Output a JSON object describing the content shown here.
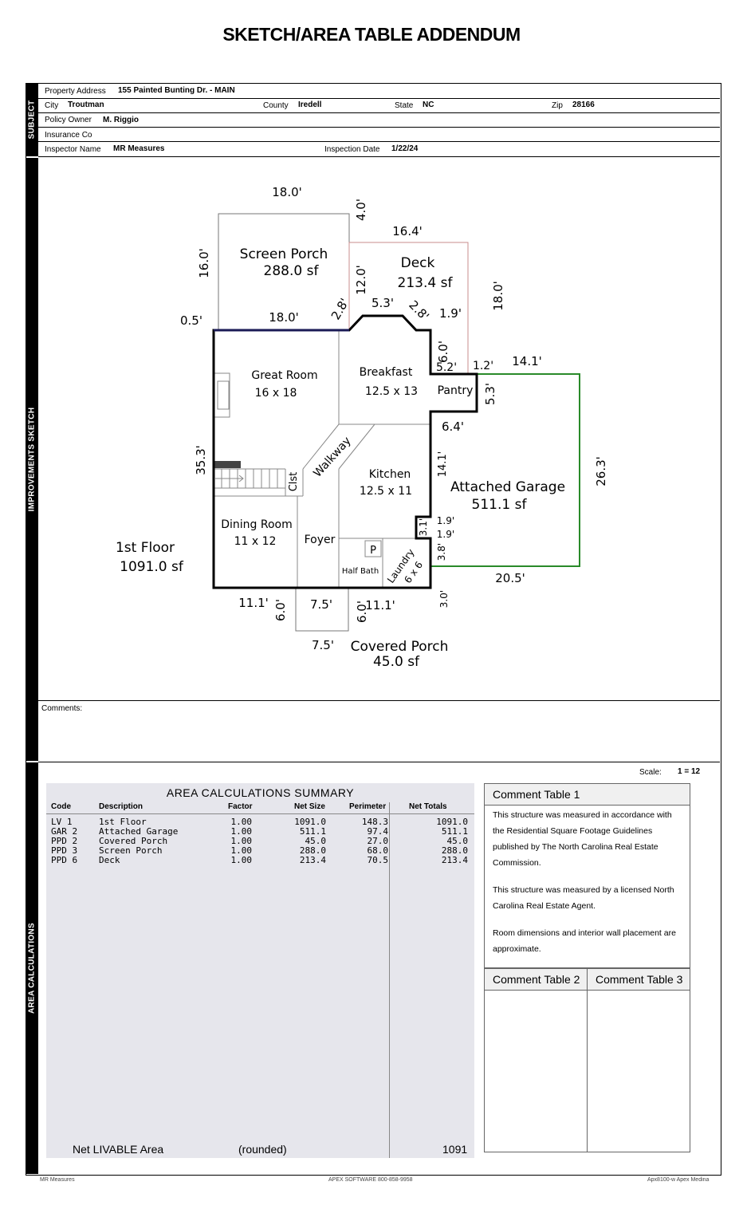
{
  "title": "SKETCH/AREA TABLE ADDENDUM",
  "sections": {
    "subject": "SUBJECT",
    "sketch": "IMPROVEMENTS SKETCH",
    "area": "AREA CALCULATIONS"
  },
  "subject": {
    "property_address_label": "Property Address",
    "property_address": "155 Painted Bunting Dr. - MAIN",
    "city_label": "City",
    "city": "Troutman",
    "county_label": "County",
    "county": "Iredell",
    "state_label": "State",
    "state": "NC",
    "zip_label": "Zip",
    "zip": "28166",
    "policy_owner_label": "Policy Owner",
    "policy_owner": "M. Riggio",
    "insurance_label": "Insurance Co",
    "insurance": "",
    "inspector_label": "Inspector Name",
    "inspector": "MR Measures",
    "inspection_date_label": "Inspection Date",
    "inspection_date": "1/22/24"
  },
  "sketch": {
    "rooms": {
      "screen_porch": "Screen Porch",
      "screen_porch_area": "288.0 sf",
      "deck": "Deck",
      "deck_area": "213.4 sf",
      "great_room": "Great Room",
      "great_room_size": "16 x 18",
      "breakfast": "Breakfast",
      "breakfast_size": "12.5 x 13",
      "pantry": "Pantry",
      "walkway": "Walkway",
      "kitchen": "Kitchen",
      "kitchen_size": "12.5 x 11",
      "closet": "Clst",
      "dining": "Dining Room",
      "dining_size": "11 x 12",
      "foyer": "Foyer",
      "pantry_p": "P",
      "half_bath": "Half Bath",
      "laundry": "Laundry",
      "laundry_size": "6 x 6",
      "garage": "Attached Garage",
      "garage_area": "511.1 sf",
      "floor": "1st Floor",
      "floor_area": "1091.0 sf",
      "covered_porch": "Covered Porch",
      "covered_porch_area": "45.0 sf"
    },
    "dims": {
      "sp_top": "18.0'",
      "sp_right": "4.0'",
      "sp_left": "16.0'",
      "sp_bottom": "18.0'",
      "left_small": "0.5'",
      "deck_top": "16.4'",
      "deck_left": "12.0'",
      "deck_right": "18.0'",
      "bay_left": "2.8'",
      "bay_top": "5.3'",
      "bay_right": "2.8'",
      "bay_r2": "1.9'",
      "d60": "6.0'",
      "d52": "5.2'",
      "d12": "1.2'",
      "gar_top": "14.1'",
      "pantry_r": "5.3'",
      "d64": "6.4'",
      "house_left": "35.3'",
      "k141": "14.1'",
      "gar_right": "26.3'",
      "d31": "3.1'",
      "d19a": "1.9'",
      "d19b": "1.9'",
      "d38": "3.8'",
      "gar_bottom": "20.5'",
      "b_left": "11.1'",
      "b_right": "11.1'",
      "cp_left": "6.0'",
      "cp_top": "7.5'",
      "cp_right": "6.0'",
      "d30": "3.0'",
      "cp_bottom": "7.5'"
    }
  },
  "comments_label": "Comments:",
  "scale_label": "Scale:",
  "scale_value": "1 = 12",
  "area_summary": {
    "heading": "AREA  CALCULATIONS  SUMMARY",
    "columns": [
      "Code",
      "Description",
      "Factor",
      "Net Size",
      "Perimeter",
      "Net Totals"
    ],
    "rows": [
      {
        "code": "LV 1",
        "desc": "1st Floor",
        "factor": "1.00",
        "size": "1091.0",
        "perim": "148.3",
        "total": "1091.0"
      },
      {
        "code": "GAR 2",
        "desc": "Attached Garage",
        "factor": "1.00",
        "size": "511.1",
        "perim": "97.4",
        "total": "511.1"
      },
      {
        "code": "PPD 2",
        "desc": "Covered Porch",
        "factor": "1.00",
        "size": "45.0",
        "perim": "27.0",
        "total": "45.0"
      },
      {
        "code": "PPD 3",
        "desc": "Screen Porch",
        "factor": "1.00",
        "size": "288.0",
        "perim": "68.0",
        "total": "288.0"
      },
      {
        "code": "PPD 6",
        "desc": "Deck",
        "factor": "1.00",
        "size": "213.4",
        "perim": "70.5",
        "total": "213.4"
      }
    ],
    "net_label": "Net LIVABLE Area",
    "rounded": "(rounded)",
    "net_value": "1091"
  },
  "comment_table_1": {
    "title": "Comment Table 1",
    "p1": "This structure was measured in accordance with the Residential Square Footage Guidelines published by The North Carolina Real Estate Commission.",
    "p2": "This structure was measured by a licensed North Carolina Real Estate Agent.",
    "p3": "Room dimensions and interior wall placement are approximate."
  },
  "comment_table_2": {
    "title": "Comment Table 2"
  },
  "comment_table_3": {
    "title": "Comment Table 3"
  },
  "footer": {
    "left": "MR Measures",
    "center": "APEX SOFTWARE 800-858-9958",
    "right": "Apx8100-w Apex Medina"
  }
}
